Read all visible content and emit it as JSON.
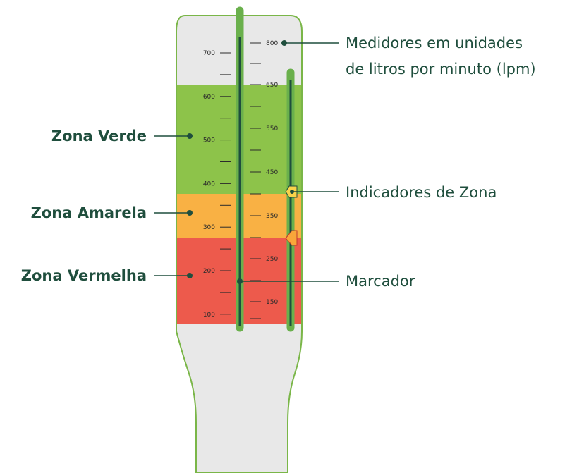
{
  "callouts": {
    "meters_line1": "Medidores em unidades",
    "meters_line2": "de litros por minuto (lpm)",
    "zone_indicators": "Indicadores de Zona",
    "marker": "Marcador"
  },
  "zones": {
    "green": "Zona Verde",
    "yellow": "Zona Amarela",
    "red": "Zona Vermelha"
  },
  "left_scale": [
    "700",
    "600",
    "500",
    "400",
    "300",
    "200",
    "100"
  ],
  "right_scale": [
    "800",
    "650",
    "550",
    "450",
    "350",
    "250",
    "150"
  ],
  "colors": {
    "green_zone": "#8dc34a",
    "yellow_zone": "#f9b144",
    "red_zone": "#ed5a4c",
    "meter_body": "#e8e8e8",
    "outline": "#7ab648",
    "track": "#6ab04c",
    "track_core": "#1f4e3d",
    "text": "#1f4e3d"
  }
}
